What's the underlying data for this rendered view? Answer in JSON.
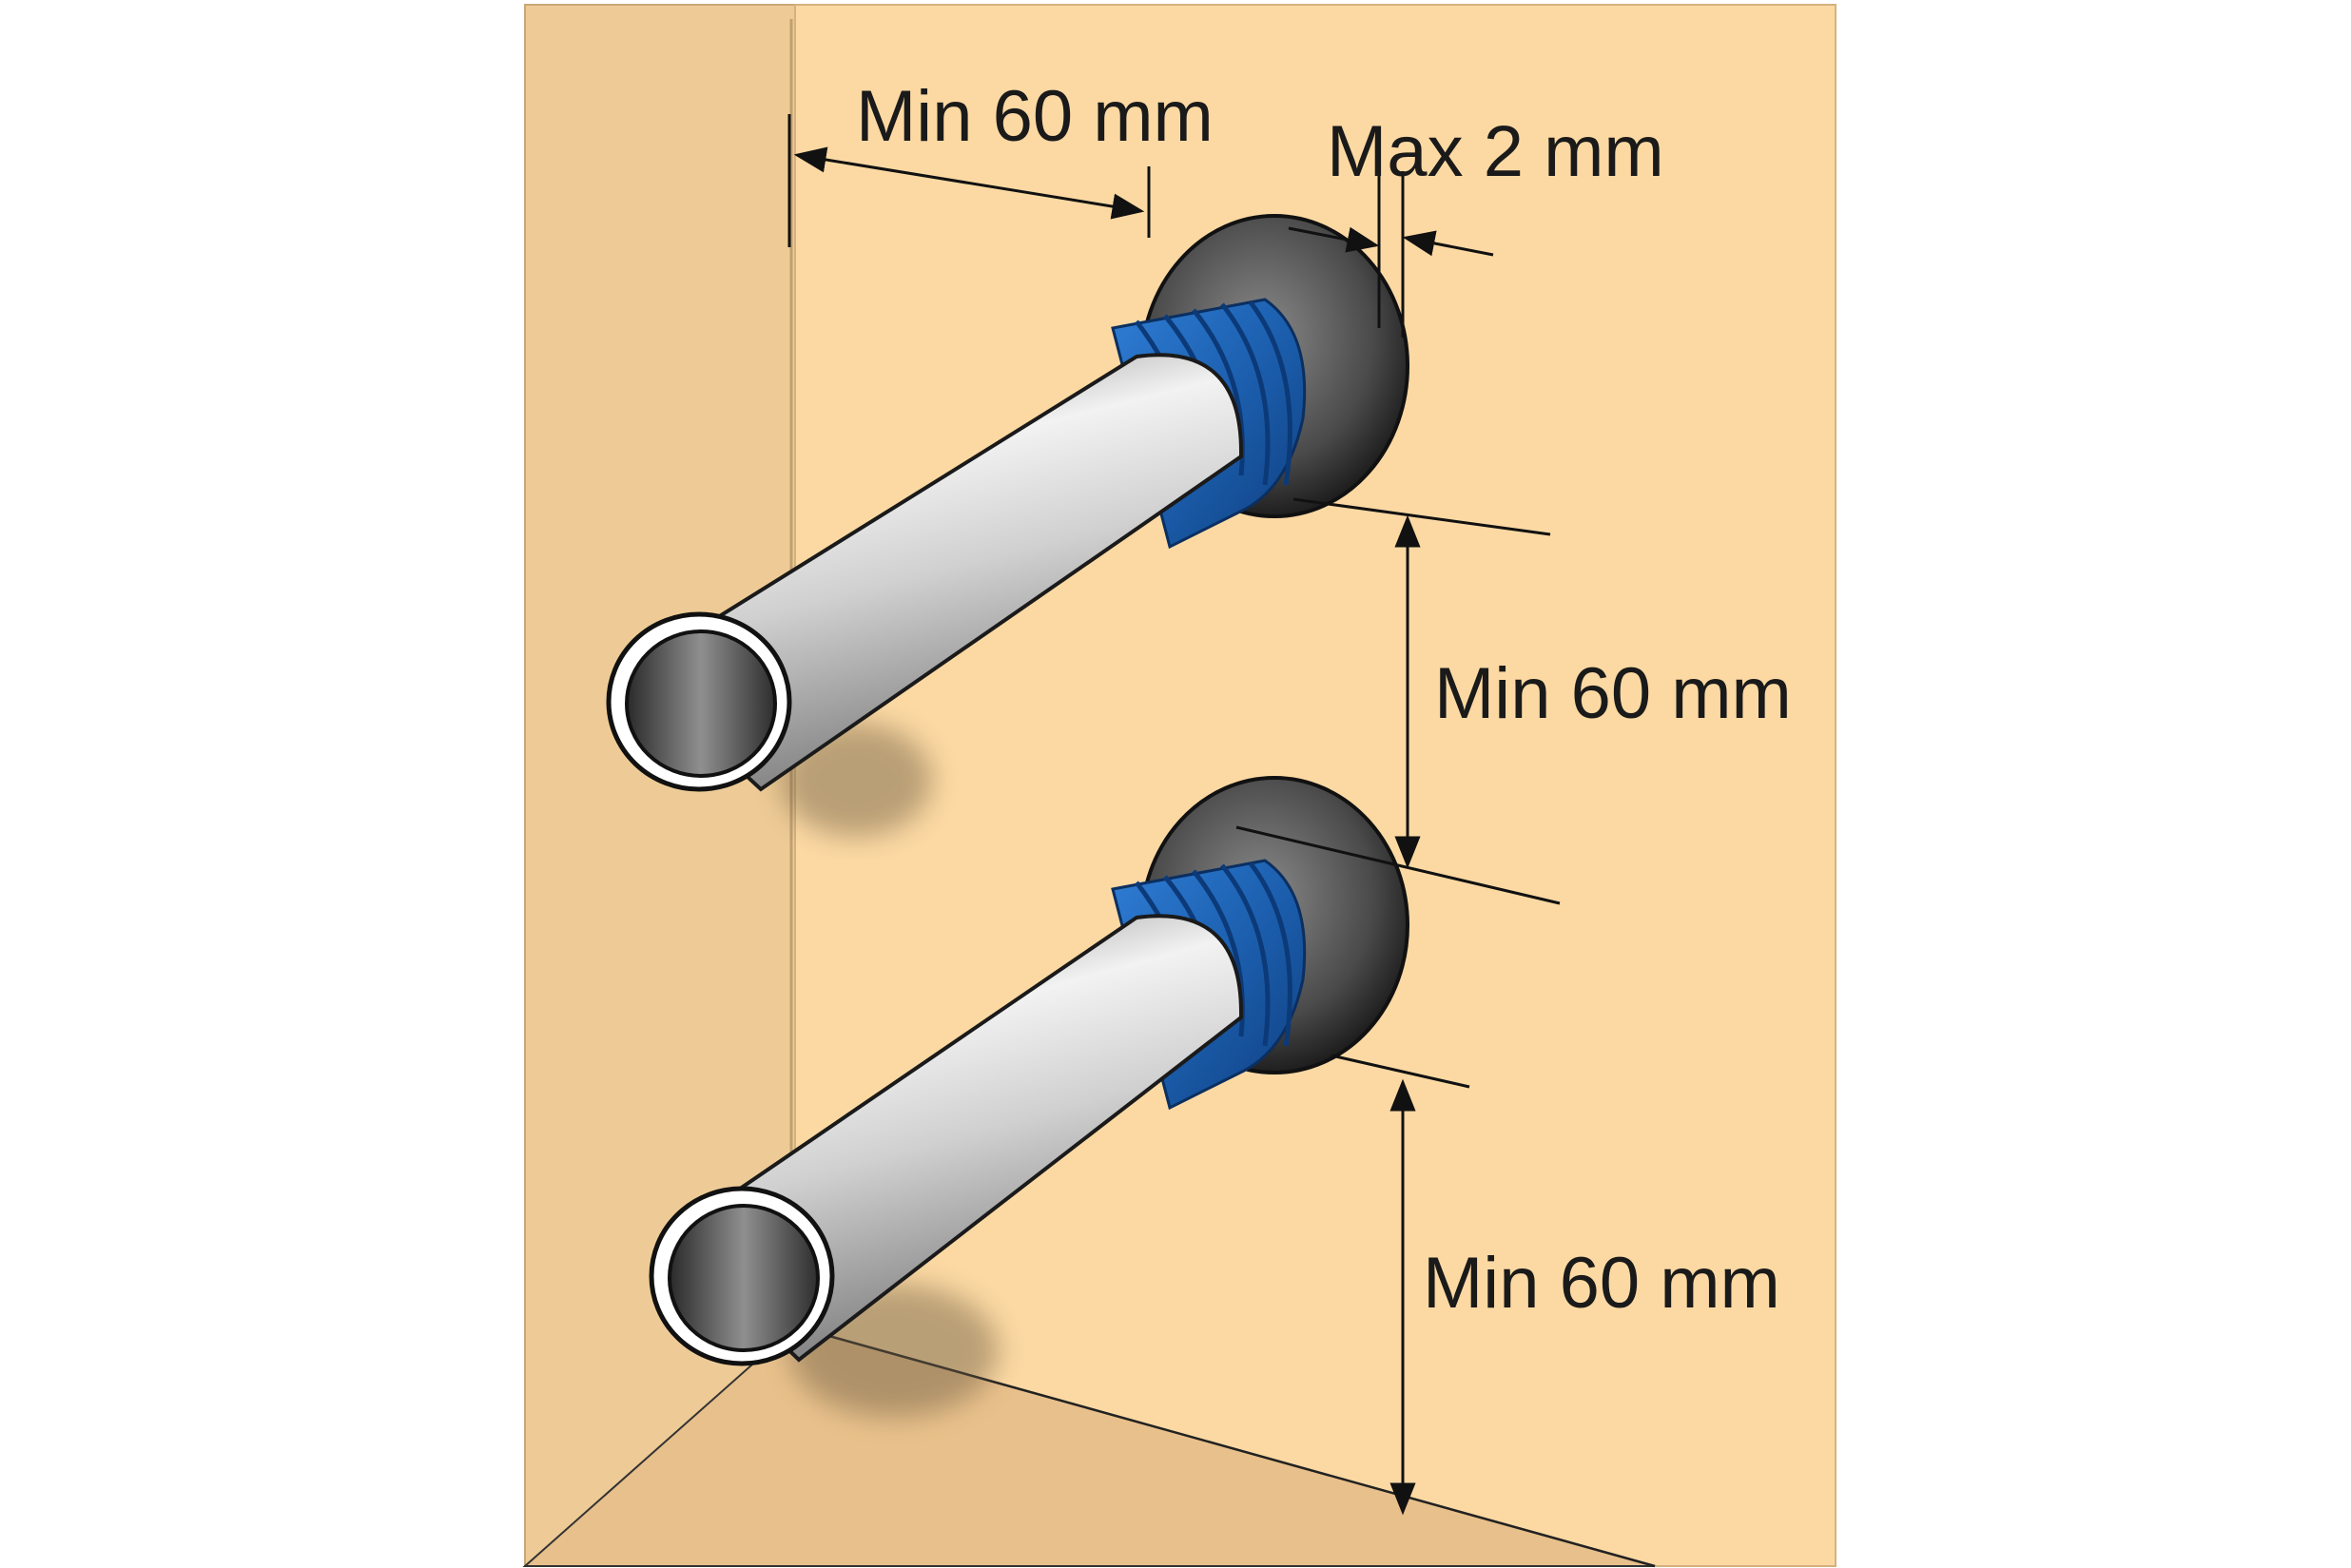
{
  "labels": {
    "corner_clearance": "Min 60 mm",
    "sleeve_gap": "Max 2 mm",
    "pipe_spacing": "Min 60 mm",
    "floor_clearance": "Min 60 mm"
  },
  "colors": {
    "wall": "#fcd9a3",
    "side_wall": "#eecb96",
    "floor": "#e8c08b",
    "sleeve_blue": "#1f63b3",
    "pipe_silver": "#c9c9c9",
    "flange_dark": "#3a3a3a",
    "dimension_line": "#111111"
  },
  "icons": [
    "dimension-arrow",
    "corrugated-sleeve",
    "wall-flange"
  ]
}
